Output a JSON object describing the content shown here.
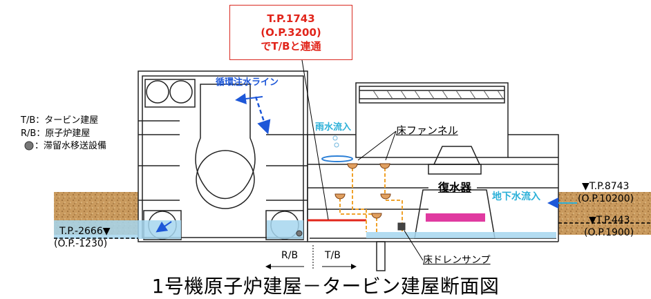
{
  "callout": {
    "line1": "T.P.1743",
    "line2": "(O.P.3200)",
    "line3": "でT/Bと連通"
  },
  "legend": {
    "tb": "T/B：タービン建屋",
    "rb": "R/B：原子炉建屋",
    "dot": "：滞留水移送設備"
  },
  "labels": {
    "injection_line": "循環注水ライン",
    "rain_inflow": "雨水流入",
    "floor_funnel": "床ファンネル",
    "condenser": "復水器",
    "groundwater_inflow": "地下水流入",
    "floor_drain_sump": "床ドレンサンプ",
    "rb_short": "R/B",
    "tb_short": "T/B"
  },
  "levels": {
    "left_tp": "T.P.-2666▼",
    "left_op": "(O.P.-1230)",
    "right_top_tp": "▼T.P.8743",
    "right_top_op": "(O.P.10200)",
    "right_low_tp": "▼T.P.443",
    "right_low_op": "(O.P.1900)"
  },
  "title": "1号機原子炉建屋－タービン建屋断面図",
  "colors": {
    "water": "#a6d6ef",
    "soil": "#c99a5e",
    "red_pipe": "#e1251b",
    "orange_pipe": "#f0a22a",
    "condenser_fill": "#e03aa0",
    "blue_arrow": "#1d57d8",
    "cyan": "#2bb0d8"
  }
}
